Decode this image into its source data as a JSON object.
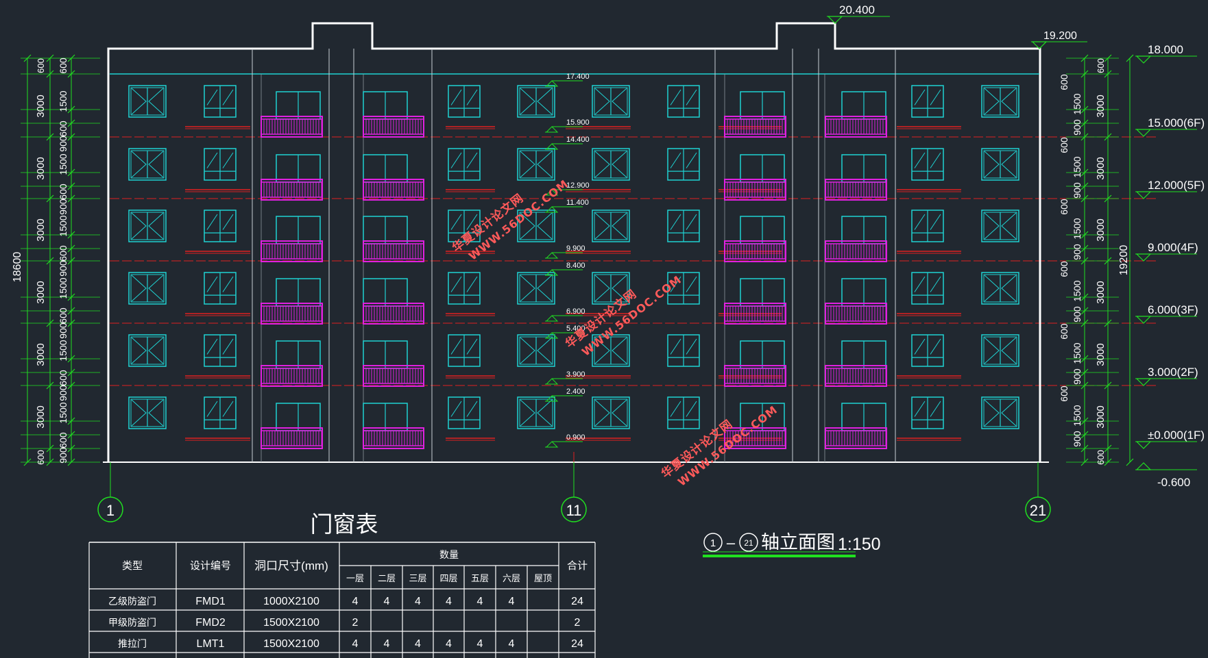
{
  "colors": {
    "background": "#212830",
    "outline": "#ffffff",
    "window": "#1fd3d3",
    "balcony": "#e020e0",
    "floor_line": "#e02020",
    "dimension": "#20e020",
    "text": "#ffffff",
    "watermark": "#ff5a5a"
  },
  "elevations_right": [
    "18.000",
    "15.000(6F)",
    "12.000(5F)",
    "9.000(4F)",
    "6.000(3F)",
    "3.000(2F)",
    "±0.000(1F)",
    "-0.600"
  ],
  "elevations_top": [
    "20.400",
    "19.200"
  ],
  "elevations_mid": [
    "17.400",
    "15.900",
    "14.400",
    "12.900",
    "11.400",
    "9.900",
    "8.400",
    "6.900",
    "5.400",
    "3.900",
    "2.400",
    "0.900"
  ],
  "dims_left": {
    "total": "18600",
    "floor": "3000",
    "segments_top": [
      "600",
      "1500",
      "600",
      "900"
    ],
    "segment_values": [
      "600",
      "900",
      "1500"
    ]
  },
  "dims_right": {
    "total": "19200",
    "floor": "3000",
    "segment_values": [
      "600",
      "1500",
      "900"
    ]
  },
  "axes": [
    "1",
    "11",
    "21"
  ],
  "drawing_title": {
    "axis_start": "1",
    "dash": "–",
    "axis_end": "21",
    "name": "轴立面图",
    "scale": "1:150"
  },
  "watermark": {
    "line1": "华夏设计论文网",
    "line2": "WWW.56DOC.COM"
  },
  "door_window_table": {
    "title": "门窗表",
    "headers": {
      "type": "类型",
      "code": "设计编号",
      "size": "洞口尺寸(mm)",
      "quantity": "数量",
      "total": "合计"
    },
    "floors": [
      "一层",
      "二层",
      "三层",
      "四层",
      "五层",
      "六层",
      "屋顶"
    ],
    "rows": [
      {
        "type": "乙级防盗门",
        "code": "FMD1",
        "size": "1000X2100",
        "counts": [
          "4",
          "4",
          "4",
          "4",
          "4",
          "4",
          ""
        ],
        "total": "24"
      },
      {
        "type": "甲级防盗门",
        "code": "FMD2",
        "size": "1500X2100",
        "counts": [
          "2",
          "",
          "",
          "",
          "",
          "",
          ""
        ],
        "total": "2"
      },
      {
        "type": "推拉门",
        "code": "LMT1",
        "size": "1500X2100",
        "counts": [
          "4",
          "4",
          "4",
          "4",
          "4",
          "4",
          ""
        ],
        "total": "24"
      }
    ]
  }
}
